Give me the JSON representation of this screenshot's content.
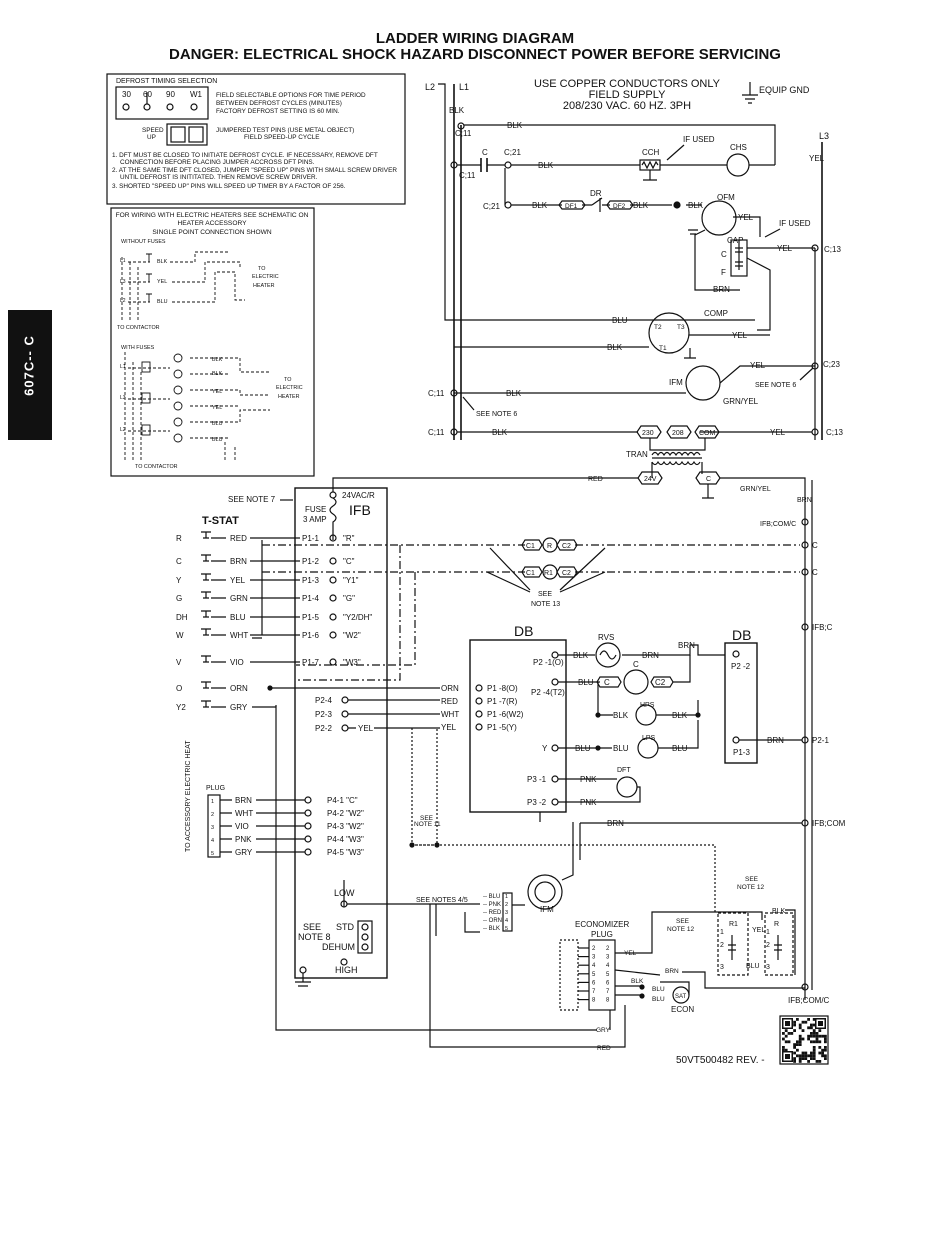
{
  "header": {
    "title": "LADDER WIRING DIAGRAM",
    "warning": "DANGER:  ELECTRICAL SHOCK HAZARD DISCONNECT POWER BEFORE SERVICING"
  },
  "side_tab": "607C-- C",
  "supply": {
    "line1": "USE COPPER CONDUCTORS ONLY",
    "line2": "FIELD SUPPLY",
    "line3": "208/230 VAC. 60 HZ. 3PH",
    "equip_gnd": "EQUIP GND",
    "l1": "L1",
    "l2": "L2",
    "l3": "L3"
  },
  "defrost_box": {
    "title": "DEFROST TIMING SELECTION",
    "pins": [
      "30",
      "60",
      "90",
      "W1"
    ],
    "desc1": "FIELD SELECTABLE OPTIONS FOR TIME PERIOD",
    "desc2": "BETWEEN DEFROST CYCLES (MINUTES)",
    "desc3": "FACTORY DEFROST SETTING IS 60 MIN.",
    "speed_up_1": "SPEED",
    "speed_up_2": "UP",
    "jumper1": "JUMPERED TEST PINS (USE METAL OBJECT)",
    "jumper2": "FIELD SPEED-UP CYCLE",
    "note1a": "1.  DFT MUST BE CLOSED TO INITIATE DEFROST CYCLE. IF NECESSARY, REMOVE DFT",
    "note1b": "CONNECTION BEFORE PLACING JUMPER ACCROSS DFT PINS.",
    "note2a": "2.  AT THE SAME TIME DFT CLOSED, JUMPER \"SPEED UP\" PINS WITH SMALL SCREW DRIVER",
    "note2b": "UNTIL DEFROST IS  INITITATED.  THEN REMOVE SCREW DRIVER.",
    "note3": "3.  SHORTED \"SPEED UP\" PINS WILL SPEED UP TIMER BY A FACTOR OF 256."
  },
  "heater_box": {
    "title1": "FOR WIRING WITH ELECTRIC HEATERS SEE SCHEMATIC ON",
    "title2": "HEATER ACCESSORY",
    "title3": "SINGLE POINT CONNECTION SHOWN",
    "without_fuses": "WITHOUT FUSES",
    "with_fuses": "WITH FUSES",
    "to_contactor": "TO CONTACTOR",
    "to_heater_1": "TO",
    "to_heater_2": "ELECTRIC",
    "to_heater_3": "HEATER",
    "wires_top": [
      "BLK",
      "YEL",
      "BLU"
    ],
    "wires_bottom": [
      "BLK",
      "BLK",
      "YEL",
      "YEL",
      "BLU",
      "BLU"
    ],
    "lines": [
      "L1",
      "L3",
      "L2"
    ]
  },
  "power_section": {
    "nodes": [
      "C;11",
      "C;11",
      "C;21",
      "C;21",
      "C;11",
      "C;11",
      "C;13",
      "C;23",
      "C;13"
    ],
    "wires": [
      "BLK",
      "BLK",
      "BLK",
      "BLK",
      "BLK",
      "BLK",
      "BLK",
      "YEL",
      "YEL",
      "YEL",
      "YEL",
      "YEL",
      "BLU",
      "BRN",
      "GRN/YEL",
      "GRN/YEL",
      "RED",
      "BRN"
    ],
    "cch": "CCH",
    "chs": "CHS",
    "if_used": "IF USED",
    "if_used2": "IF USED",
    "dr": "DR",
    "df1": "DF1",
    "df2": "DF2",
    "ofm": "OFM",
    "cap": "CAP",
    "cap_c": "C",
    "cap_f": "F",
    "comp": "COMP",
    "t1": "T1",
    "t2": "T2",
    "t3": "T3",
    "ifm": "IFM",
    "see_note_6": "SEE NOTE 6",
    "tran": "TRAN",
    "t230": "230",
    "t208": "208",
    "tcom": "COM",
    "t24v": "24V",
    "tc": "C",
    "c_label": "C"
  },
  "ifb": {
    "title": "IFB",
    "fuse1": "FUSE",
    "fuse2": "3 AMP",
    "vac": "24VAC/R",
    "see_note7": "SEE NOTE 7",
    "tstat": "T-STAT",
    "tstat_terms": [
      "R",
      "C",
      "Y",
      "G",
      "DH",
      "W",
      "V",
      "O",
      "Y2"
    ],
    "tstat_wires": [
      "RED",
      "BRN",
      "YEL",
      "GRN",
      "BLU",
      "WHT",
      "VIO",
      "ORN",
      "GRY"
    ],
    "pins": [
      "P1-1",
      "P1-2",
      "P1-3",
      "P1-4",
      "P1-5",
      "P1-6",
      "P1-7"
    ],
    "pin_labels": [
      "\"R\"",
      "\"C\"",
      "\"Y1\"",
      "\"G\"",
      "\"Y2/DH\"",
      "\"W2\"",
      "\"W3\""
    ],
    "p2": [
      "P2-4",
      "P2-3",
      "P2-2"
    ],
    "p4": [
      "P4-1 \"C\"",
      "P4-2 \"W2\"",
      "P4-3 \"W2\"",
      "P4-4 \"W3\"",
      "P4-5 \"W3\""
    ],
    "plug": "PLUG",
    "plug_wires": [
      "BRN",
      "WHT",
      "VIO",
      "PNK",
      "GRY"
    ],
    "plug_pins": [
      "1",
      "2",
      "3",
      "4",
      "5"
    ],
    "accessory": "TO ACCESSORY ELECTRIC HEAT",
    "low": "LOW",
    "std": "STD",
    "dehum": "DEHUM",
    "high": "HIGH",
    "see_note_8a": "SEE",
    "see_note_8b": "NOTE 8",
    "yel": "YEL"
  },
  "right_bus": {
    "labels": [
      "IFB;COM/C",
      "C",
      "C",
      "IFB;C",
      "P2-1",
      "IFB;COM",
      "IFB;COM/C"
    ],
    "wire": "BRN"
  },
  "relays": {
    "c1": "C1",
    "c2": "C2",
    "r": "R",
    "r1": "R1",
    "see_note13a": "SEE",
    "see_note13b": "NOTE 13"
  },
  "db": {
    "title": "DB",
    "title2": "DB",
    "p2_1": "P2 -1(O)",
    "p2_4": "P2 -4(T2)",
    "p1": [
      "P1 -8(O)",
      "P1 -7(R)",
      "P1 -6(W2)",
      "P1 -5(Y)"
    ],
    "p1_wires": [
      "ORN",
      "RED",
      "WHT",
      "YEL"
    ],
    "y": "Y",
    "p3_1": "P3 -1",
    "p3_2": "P3 -2",
    "rvs": "RVS",
    "hps": "HPS",
    "lps": "LPS",
    "dft": "DFT",
    "wires": [
      "BLK",
      "BRN",
      "BLU",
      "BLK",
      "BLK",
      "BLU",
      "BLU",
      "PNK",
      "PNK",
      "BRN",
      "BRN"
    ],
    "p2_2": "P2 -2",
    "p1_3": "P1-3",
    "c": "C"
  },
  "ifm_section": {
    "see_notes_45": "SEE NOTES 4/5",
    "wires": [
      "BLU",
      "PNK",
      "RED",
      "ORN",
      "BLK"
    ],
    "pins": [
      "1",
      "2",
      "3",
      "4",
      "5"
    ],
    "ifm": "IFM",
    "see_note11a": "SEE",
    "see_note11b": "NOTE 11"
  },
  "economizer": {
    "title1": "ECONOMIZER",
    "title2": "PLUG",
    "see_note12a": "SEE",
    "see_note12b": "NOTE 12",
    "see_note12c": "SEE",
    "see_note12d": "NOTE 12",
    "pins": [
      "2",
      "3",
      "4",
      "5",
      "6",
      "7",
      "8"
    ],
    "pins_left": [
      "2",
      "3",
      "4",
      "5",
      "6",
      "7",
      "8"
    ],
    "wires": [
      "YEL",
      "BRN",
      "BLK",
      "BLU",
      "BLU",
      "BLK"
    ],
    "sat": "SAT",
    "econ": "ECON",
    "r1": "R1",
    "r": "R",
    "blk": "BLK",
    "yel": "YEL",
    "blu": "BLU",
    "relay_nums": [
      "1",
      "2",
      "3",
      "1",
      "2",
      "3"
    ],
    "gry": "GRY",
    "red": "RED"
  },
  "footer": {
    "part_number": "50VT500482  REV. -"
  }
}
